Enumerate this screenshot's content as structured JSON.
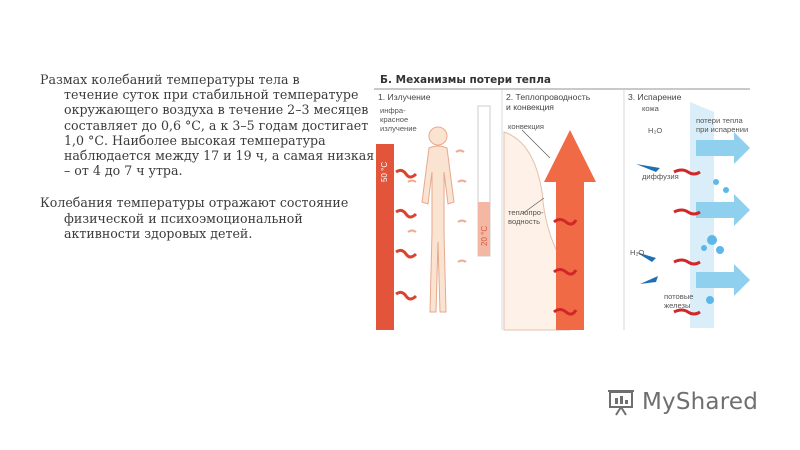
{
  "text": {
    "para1_first": "Размах колебаний температуры тела в",
    "para1_rest": "течение суток при стабильной температуре окружающего воздуха в течение 2–3 месяцев составляет до 0,6 °С, а к 3–5 годам достигает 1,0 °С. Наиболее высокая температура наблюдается между 17 и 19 ч, а самая низкая – от 4 до 7 ч утра.",
    "para2_first": "Колебания температуры отражают состояние",
    "para2_rest": "физической и психоэмоциональной активности здоровых детей."
  },
  "figure": {
    "title": "Б. Механизмы потери тепла",
    "panel1": {
      "label": "1. Излучение",
      "inset": "инфра-\nкрасное\nизлучение",
      "hot_temp": "50 °C",
      "cold_temp": "20 °C"
    },
    "panel2": {
      "label": "2. Теплопроводность\nи конвекция",
      "convection": "конвекция",
      "conduction": "теплопро-\nводность"
    },
    "panel3": {
      "label": "3. Испарение",
      "skin": "кожа",
      "h2o_top": "H₂O",
      "evap_loss": "потери тепла\nпри испарении",
      "diffusion": "диффузия",
      "h2o_bottom": "H₂O",
      "sweat": "потовые\nжелезы"
    }
  },
  "logo": {
    "text": "MyShared",
    "icon": "presentation-board-icon"
  },
  "colors": {
    "text": "#3b3b3b",
    "hot_red": "#e2553a",
    "arrow_red": "#e9433a",
    "skin_fill": "#fbe3d2",
    "water_blue": "#5bb8e8",
    "logo_gray": "#6f6f6f"
  }
}
